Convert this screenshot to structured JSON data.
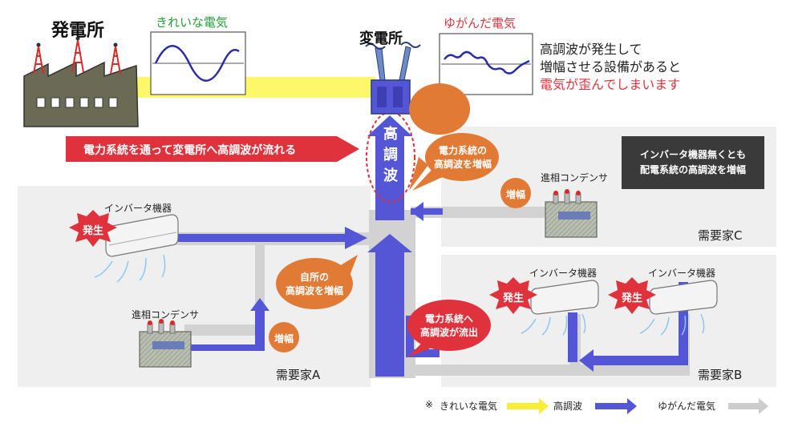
{
  "labels": {
    "power_plant": "発電所",
    "substation": "変電所",
    "clean_wave_title": "きれいな電気",
    "distorted_wave_title": "ゆがんだ電気",
    "note_line1": "高調波が発生して",
    "note_line2": "増幅させる設備があると",
    "note_line3": "電気が歪んでしまいます",
    "flow_banner": "電力系統を通って変電所へ高調波が流れる",
    "harmonic_vertical": "高調波",
    "bubble_c": [
      "電力系統の",
      "高調波を増幅"
    ],
    "bubble_a": [
      "自所の",
      "高調波を増幅"
    ],
    "bubble_b": [
      "電力系統へ",
      "高調波が流出"
    ],
    "dark_note": [
      "インバータ機器無くとも",
      "配電系統の高調波を増幅"
    ],
    "inverter": "インバータ機器",
    "capacitor": "進相コンデンサ",
    "generate": "発生",
    "amplify": "増幅",
    "customer_a": "需要家A",
    "customer_b": "需要家B",
    "customer_c": "需要家C"
  },
  "legend": {
    "note_mark": "※",
    "items": [
      {
        "label": "きれいな電気",
        "color": "#f5ef3a"
      },
      {
        "label": "高調波",
        "color": "#5456d6"
      },
      {
        "label": "ゆがんだ電気",
        "color": "#cccccc"
      }
    ]
  },
  "colors": {
    "clean": "#fdf76a",
    "harmonic": "#5456d6",
    "distorted": "#d2d2d2",
    "red": "#e0323c",
    "orange": "#e17a34",
    "green_text": "#22a134",
    "panel": "#efefef",
    "dark_note": "#3a3a3a"
  }
}
